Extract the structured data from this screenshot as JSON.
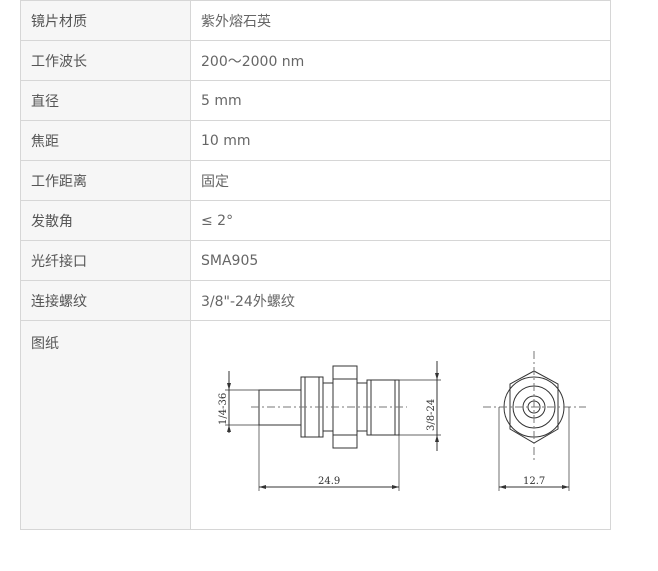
{
  "rows": [
    {
      "label": "镜片材质",
      "value": "紫外熔石英"
    },
    {
      "label": "工作波长",
      "value": "200～2000 nm"
    },
    {
      "label": "直径",
      "value": "5 mm"
    },
    {
      "label": "焦距",
      "value": "10 mm"
    },
    {
      "label": "工作距离",
      "value": "固定"
    },
    {
      "label": "发散角",
      "value": "≤ 2°"
    },
    {
      "label": "光纤接口",
      "value": "SMA905"
    },
    {
      "label": "连接螺纹",
      "value": "3/8\"-24外螺纹"
    }
  ],
  "drawing": {
    "label": "图纸",
    "dim_left_thread": "1/4-36",
    "dim_right_thread": "3/8-24",
    "dim_length": "24.9",
    "dim_hex": "12.7"
  }
}
